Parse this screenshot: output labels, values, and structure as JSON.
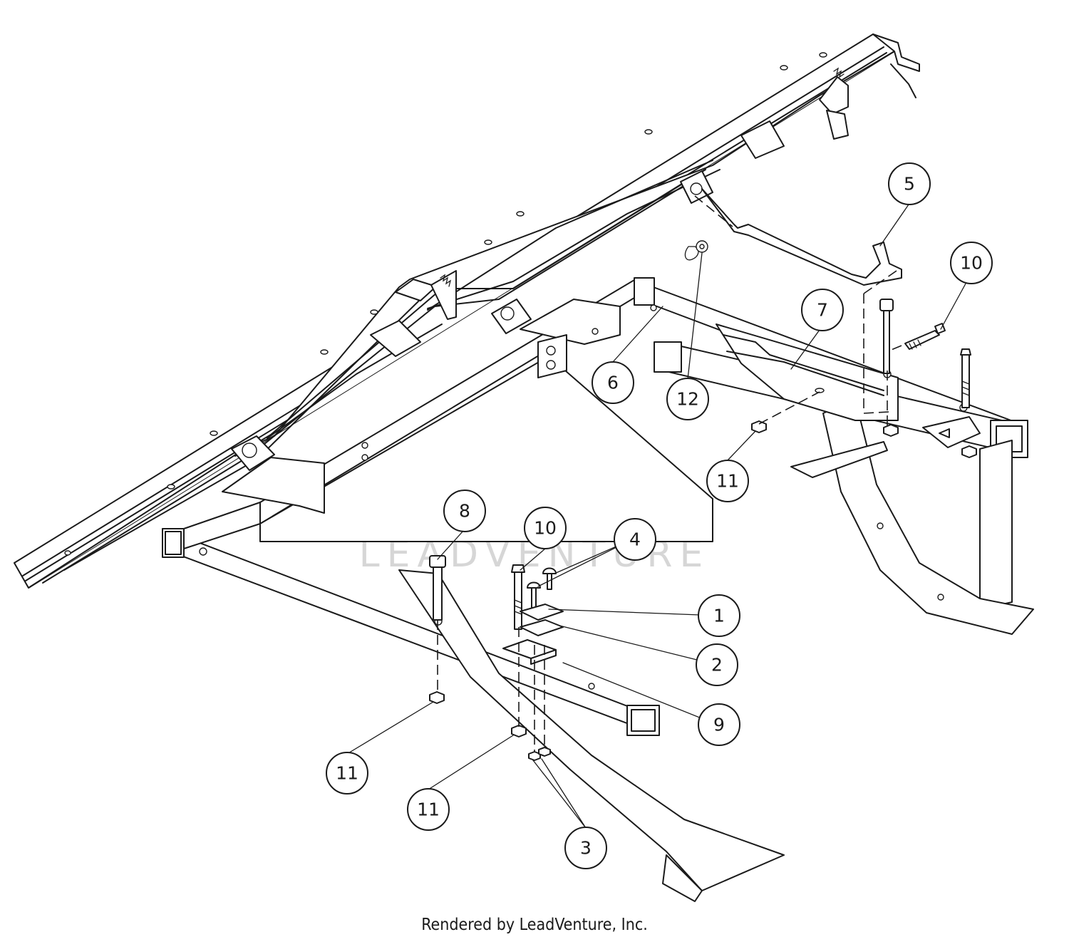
{
  "callouts": [
    {
      "label": "1"
    },
    {
      "label": "2"
    },
    {
      "label": "3"
    },
    {
      "label": "4"
    },
    {
      "label": "5"
    },
    {
      "label": "6"
    },
    {
      "label": "7"
    },
    {
      "label": "8"
    },
    {
      "label": "9"
    },
    {
      "label": "10"
    },
    {
      "label": "10"
    },
    {
      "label": "11"
    },
    {
      "label": "11"
    },
    {
      "label": "11"
    },
    {
      "label": "12"
    }
  ],
  "watermark": {
    "text": "LEADVENTURE"
  },
  "footer": {
    "text": "Rendered by LeadVenture, Inc."
  }
}
